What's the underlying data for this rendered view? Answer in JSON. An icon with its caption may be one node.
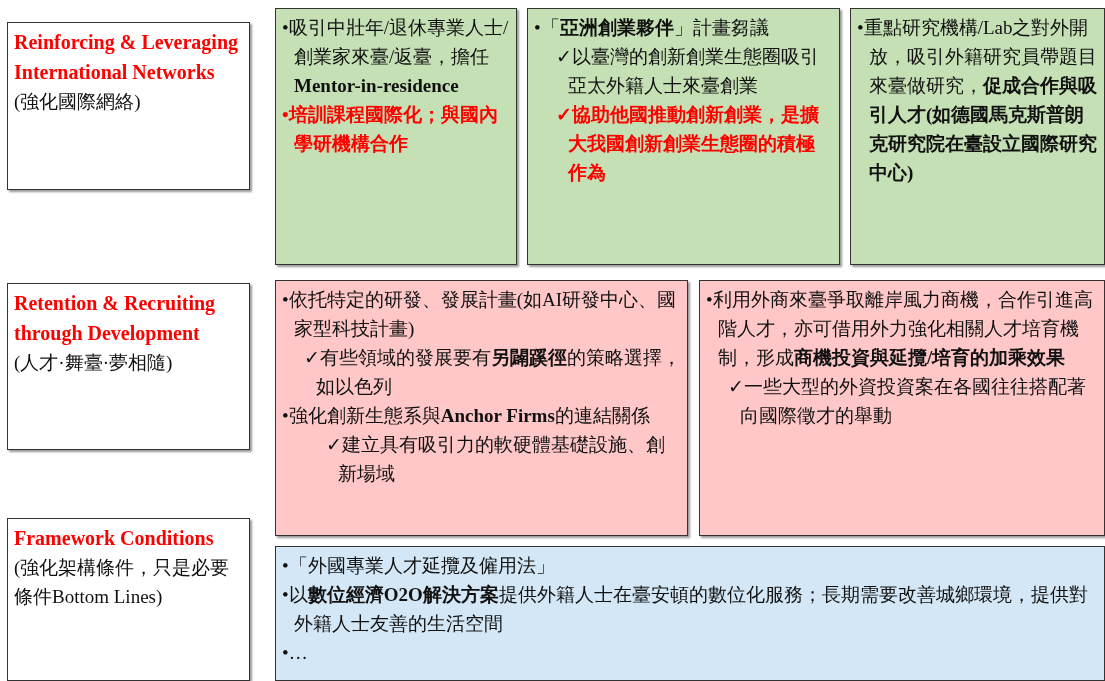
{
  "diagram": {
    "nodes": [
      {
        "text": [
          "Reinforcing & Leveraging International Networks",
          "(強化國際網絡)"
        ]
      },
      {
        "text": [
          "•吸引中壯年/退休專業人士/創業家來臺/返臺，擔任**Mentor-in-residence**",
          "•培訓課程國際化；與國內學研機構合作"
        ]
      },
      {
        "text": [
          "•「**亞洲創業夥伴**」計畫芻議",
          "✓以臺灣的創新創業生態圈吸引亞太外籍人士來臺創業",
          "✓協助他國推動創新創業，是擴大我國創新創業生態圈的積極作為"
        ]
      },
      {
        "text": [
          "•重點研究機構/Lab之對外開放，吸引外籍研究員帶題目來臺做研究，**促成合作與吸引人才(如德國馬克斯普朗克研究院在臺設立國際研究中心)**"
        ]
      },
      {
        "text": [
          "Retention & Recruiting through Development",
          "(人才·舞臺·夢相隨)"
        ]
      },
      {
        "text": [
          "•依托特定的研發、發展計畫(如AI研發中心、國家型科技計畫)",
          "✓有些領域的發展要有**另闢蹊徑**的策略選擇，如以色列",
          "•強化創新生態系與**Anchor Firms**的連結關係",
          "✓建立具有吸引力的軟硬體基礎設施、創新場域"
        ]
      },
      {
        "text": [
          "•利用外商來臺爭取離岸風力商機，合作引進高階人才，亦可借用外力強化相關人才培育機制，形成**商機投資與延攬/培育的加乘效果**",
          "✓一些大型的外資投資案在各國往往搭配著向國際徵才的舉動"
        ]
      },
      {
        "text": [
          "Framework Conditions",
          "(強化架構條件，只是必要條件Bottom Lines)"
        ]
      },
      {
        "text": [
          "•「外國專業人才延攬及僱用法」",
          "•以**數位經濟O2O解決方案**提供外籍人士在臺安頓的數位化服務；長期需要改善城鄉環境，提供對外籍人士友善的生活空間",
          "•…"
        ]
      }
    ]
  }
}
